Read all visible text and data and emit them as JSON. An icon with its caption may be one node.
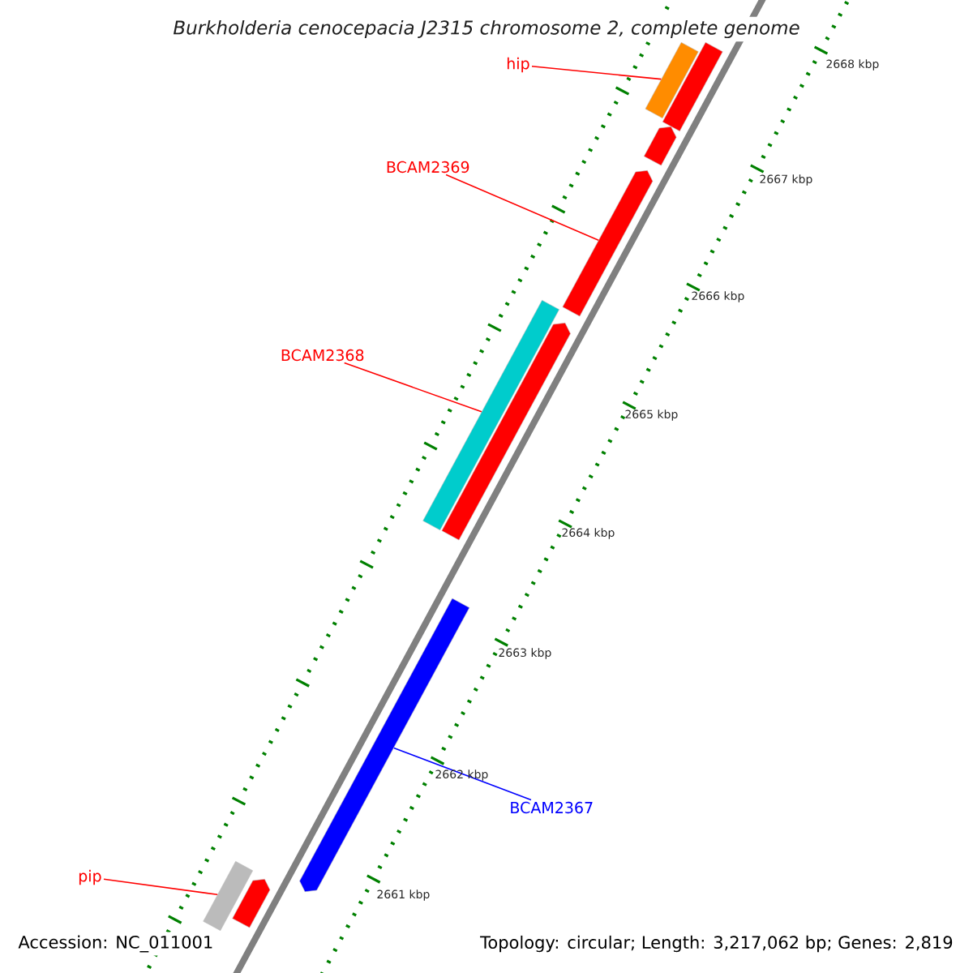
{
  "diagram": {
    "title": "Burkholderia cenocepacia J2315 chromosome 2, complete genome",
    "nodes": [
      {
        "text": [
          "hip"
        ]
      },
      {
        "text": [],
        "shape": "bar"
      },
      {
        "text": [],
        "shape": "bar"
      },
      {
        "text": [],
        "shape": "bar"
      },
      {
        "text": [
          "BCAM2369"
        ]
      },
      {
        "text": [],
        "shape": "bar"
      },
      {
        "text": [
          "BCAM2368"
        ]
      },
      {
        "text": [],
        "shape": "bar"
      },
      {
        "text": [],
        "shape": "bar"
      },
      {
        "text": [],
        "shape": "bar"
      },
      {
        "text": [
          "BCAM2367"
        ]
      },
      {
        "text": [
          "pip"
        ]
      },
      {
        "text": [],
        "shape": "bar"
      },
      {
        "text": [],
        "shape": "bar"
      }
    ],
    "edges": [
      {
        "from": 0,
        "to": 1,
        "arrow": "none"
      },
      {
        "from": 4,
        "to": 5,
        "arrow": "none"
      },
      {
        "from": 6,
        "to": 7,
        "arrow": "none"
      },
      {
        "from": 10,
        "to": 9,
        "arrow": "none",
        "color": "#0000ff"
      },
      {
        "from": 11,
        "to": 12,
        "arrow": "none"
      }
    ],
    "labels": [
      "2668 kbp",
      "2667 kbp",
      "2666 kbp",
      "2665 kbp",
      "2664 kbp",
      "2663 kbp",
      "2662 kbp",
      "2661 kbp",
      "Accession: NC_011001",
      "Topology: circular; Length: 3,217,062 bp; Genes: 2,819"
    ]
  }
}
